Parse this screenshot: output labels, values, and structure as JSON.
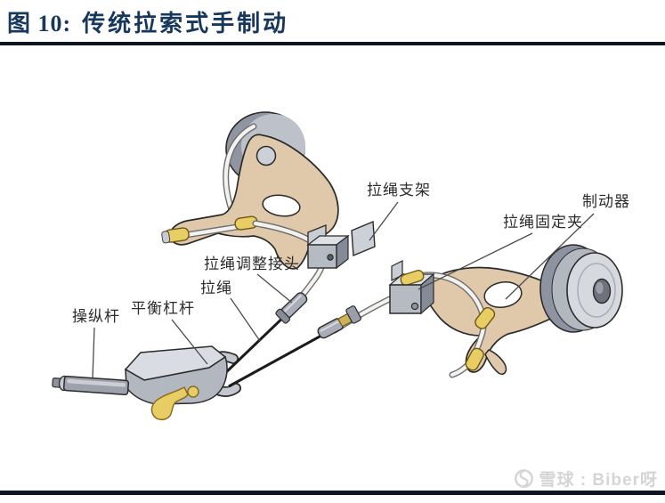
{
  "figure": {
    "label": "图 10:",
    "title": "传统拉索式手制动"
  },
  "diagram": {
    "description": "传统拉索式手制动系统示意图",
    "labels": [
      {
        "name": "cable-bracket",
        "text": "拉绳支架"
      },
      {
        "name": "brake",
        "text": "制动器"
      },
      {
        "name": "cable-fixing-clip",
        "text": "拉绳固定夹"
      },
      {
        "name": "cable-adjusting-joint",
        "text": "拉绳调整接头"
      },
      {
        "name": "cable",
        "text": "拉绳"
      },
      {
        "name": "balance-lever",
        "text": "平衡杠杆"
      },
      {
        "name": "operating-lever",
        "text": "操纵杆"
      }
    ]
  },
  "watermark": {
    "text": "雪球 : Biber呀"
  },
  "colors": {
    "title_color": "#17375d",
    "rule_color": "#0d1522",
    "label_color": "#2d2d2d",
    "watermark_color": "#d5d5d5",
    "plate_tan": "#e0c8aa",
    "metal_gray": "#b5bac3",
    "metal_dark": "#858b96",
    "metal_light": "#dde0e5",
    "fitting_yellow": "#e7cd64",
    "cable_black": "#1b1b1b",
    "cable_white": "#f3f2ef"
  }
}
